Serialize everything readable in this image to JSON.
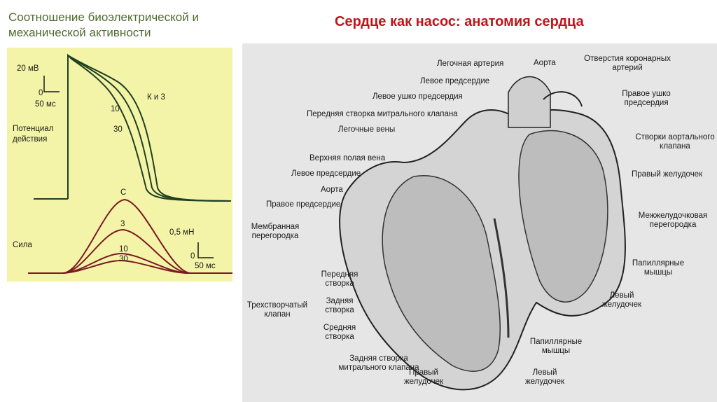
{
  "left_title": "Соотношение биоэлектрической и механической активности",
  "right_title": "Сердце как насос: анатомия сердца",
  "action_potential": {
    "label": "Потенциал действия",
    "scale_mv": "20 мВ",
    "scale_zero": "0",
    "scale_ms": "50 мс",
    "curve_k3": "К и 3",
    "curve_10": "10",
    "curve_30": "30"
  },
  "force": {
    "label": "Сила",
    "scale_mn": "0,5 мН",
    "scale_zero": "0",
    "scale_ms": "50 мс",
    "curve_c": "С",
    "curve_3": "3",
    "curve_10": "10",
    "curve_30": "30"
  },
  "heart_labels": {
    "pulmonary_artery": "Легочная артерия",
    "aorta_top": "Аорта",
    "coronary_openings": "Отверстия коронарных артерий",
    "left_atrium_top": "Левое предсердие",
    "left_auricle": "Левое ушко предсердия",
    "right_auricle": "Правое ушко предсердия",
    "mitral_anterior": "Передняя створка митрального клапана",
    "pulmonary_veins": "Легочные вены",
    "aortic_valve": "Створки аортального клапана",
    "superior_vena_cava": "Верхняя полая вена",
    "left_atrium": "Левое предсердие",
    "right_ventricle_r": "Правый желудочек",
    "aorta": "Аорта",
    "right_atrium": "Правое предсердие",
    "interventricular_septum": "Межжелудочковая перегородка",
    "membranous_septum": "Мембранная перегородка",
    "papillary_muscles_r": "Папиллярные мышцы",
    "anterior_cusp": "Передняя створка",
    "posterior_cusp": "Задняя створка",
    "septal_cusp": "Средняя створка",
    "tricuspid_valve": "Трехстворчатый клапан",
    "left_ventricle_r": "Левый желудочек",
    "papillary_muscles_b": "Папиллярные мышцы",
    "mitral_posterior": "Задняя створка митрального клапана",
    "right_ventricle_b": "Правый желудочек",
    "left_ventricle_b": "Левый желудочек"
  }
}
